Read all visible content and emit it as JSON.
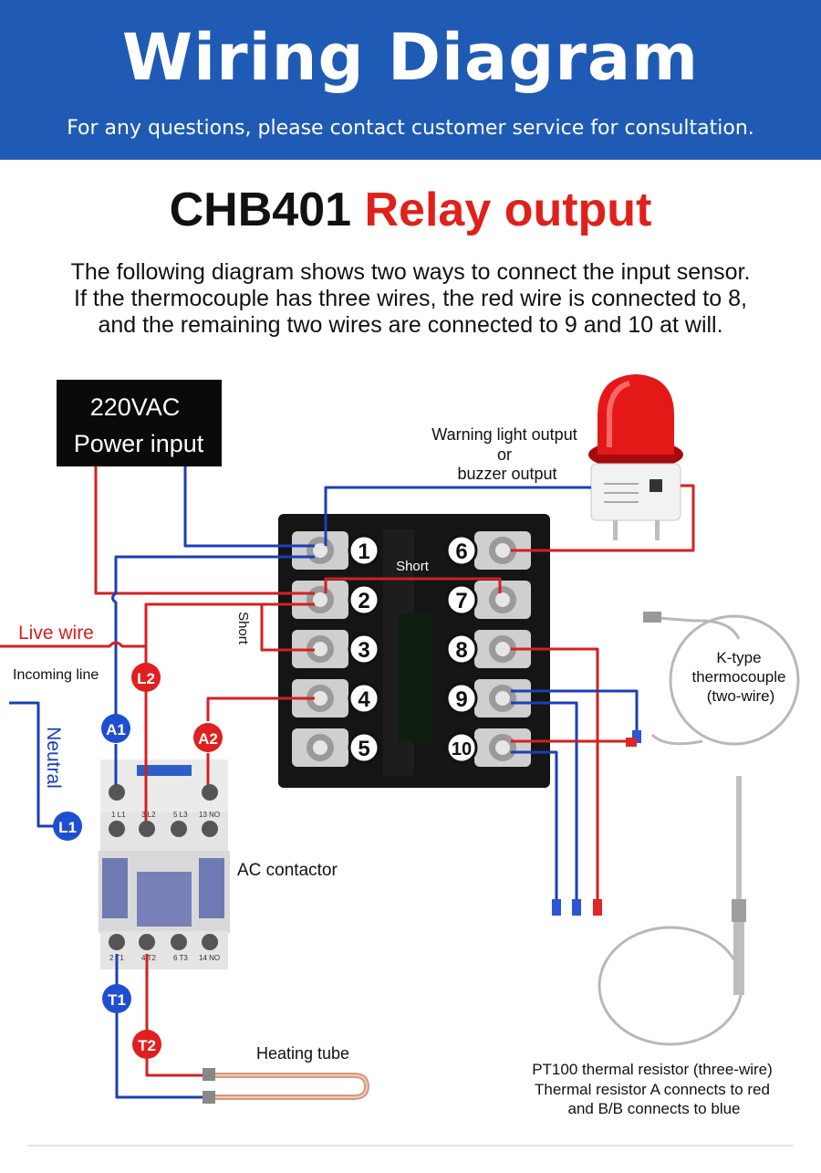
{
  "header": {
    "title": "Wiring Diagram",
    "subtitle": "For any questions, please contact customer service for consultation."
  },
  "heading": {
    "model": "CHB401",
    "type": "Relay output"
  },
  "intro": {
    "line1": "The following diagram shows two ways to connect the input sensor.",
    "line2": "If the thermocouple has three wires, the red wire is connected to 8,",
    "line3": "and the remaining two wires are connected to 9 and 10 at will."
  },
  "power": {
    "line1": "220VAC",
    "line2": "Power input"
  },
  "warning": {
    "line1": "Warning light output",
    "line2": "or",
    "line3": "buzzer output"
  },
  "labels": {
    "short_top": "Short",
    "short_side": "Short",
    "live_wire": "Live wire",
    "incoming_line": "Incoming line",
    "neutral": "Neutral",
    "ac_contactor": "AC contactor",
    "heating_tube": "Heating tube",
    "ktype_1": "K-type",
    "ktype_2": "thermocouple",
    "ktype_3": "(two-wire)",
    "pt100_1": "PT100 thermal resistor (three-wire)",
    "pt100_2": "Thermal resistor A connects to red",
    "pt100_3": "and B/B connects to blue"
  },
  "terminals": {
    "t1": "1",
    "t2": "2",
    "t3": "3",
    "t4": "4",
    "t5": "5",
    "t6": "6",
    "t7": "7",
    "t8": "8",
    "t9": "9",
    "t10": "10"
  },
  "tags": {
    "a1": "A1",
    "a2": "A2",
    "l1": "L1",
    "l2": "L2",
    "t1": "T1",
    "t2": "T2"
  },
  "contactor": {
    "top_1": "1 L1",
    "top_2": "3 L2",
    "top_3": "5 L3",
    "top_4": "13 NO",
    "bottom_1": "2 T1",
    "bottom_2": "4 T2",
    "bottom_3": "6 T3",
    "bottom_4": "14 NO"
  },
  "colors": {
    "banner": "#1f5bb5",
    "accent_red": "#e0201a",
    "wire_red": "#d42020",
    "wire_blue": "#1a3fb8",
    "tag_blue": "#1e4fd0",
    "tag_red": "#e02020"
  }
}
